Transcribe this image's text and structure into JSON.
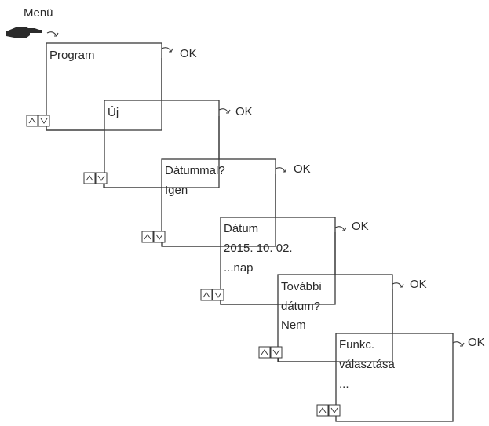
{
  "menu_label": "Menü",
  "ok_label": "OK",
  "icons": {
    "hand": "pointing-hand-icon",
    "turn": "rotate-arrow-icon",
    "up": "up-arrow-key-icon",
    "down": "down-arrow-key-icon"
  },
  "screens": [
    {
      "lines": [
        "Program"
      ]
    },
    {
      "lines": [
        "Új"
      ]
    },
    {
      "lines": [
        "Dátummal?",
        "Igen"
      ]
    },
    {
      "lines": [
        "Dátum",
        "2015. 10. 02.",
        "...nap"
      ]
    },
    {
      "lines": [
        "További",
        "dátum?",
        "Nem"
      ]
    },
    {
      "lines": [
        "Funkc.",
        "választása",
        "..."
      ]
    }
  ]
}
